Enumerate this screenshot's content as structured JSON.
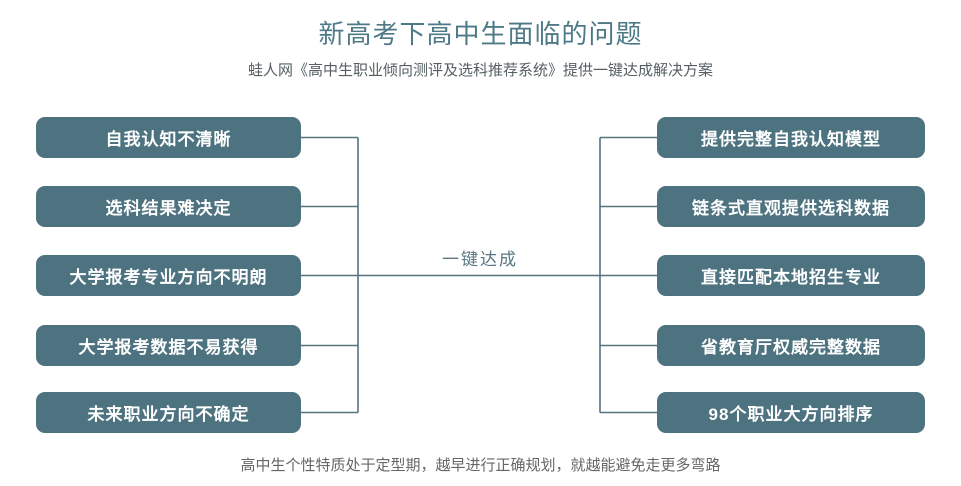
{
  "header": {
    "title": "新高考下高中生面临的问题",
    "subtitle": "蛙人网《高中生职业倾向测评及选科推荐系统》提供一键达成解决方案"
  },
  "diagram": {
    "center_label": "一键达成",
    "left_items": [
      "自我认知不清晰",
      "选科结果难决定",
      "大学报考专业方向不明朗",
      "大学报考数据不易获得",
      "未来职业方向不确定"
    ],
    "right_items": [
      "提供完整自我认知模型",
      "链条式直观提供选科数据",
      "直接匹配本地招生专业",
      "省教育厅权威完整数据",
      "98个职业大方向排序"
    ]
  },
  "footer": {
    "note": "高中生个性特质处于定型期，越早进行正确规划，就越能避免走更多弯路"
  },
  "colors": {
    "box_fill": "#4e7380",
    "connector_line": "#56727e",
    "title_text": "#4e7a87",
    "subtitle_text": "#555f63",
    "footer_text": "#666666",
    "box_label_text": "#ffffff"
  }
}
